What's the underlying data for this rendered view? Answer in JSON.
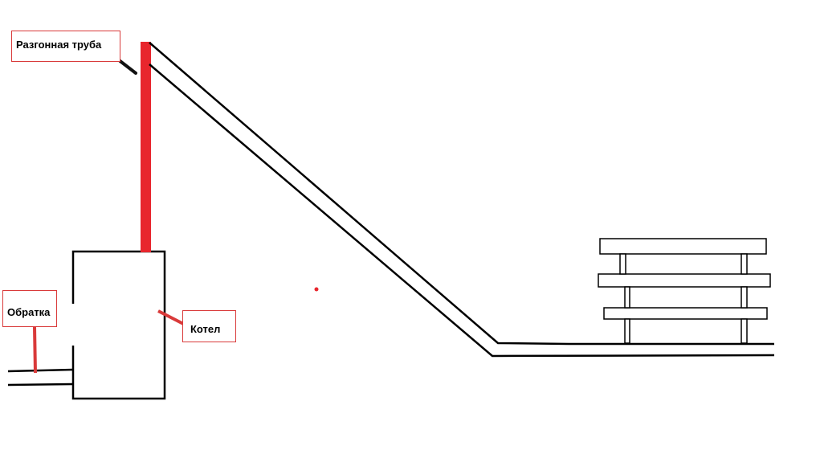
{
  "labels": {
    "accelerator_pipe": "Разгонная труба",
    "return_line": "Обратка",
    "boiler": "Котел"
  },
  "colors": {
    "line": "#000000",
    "accent": "#e8262d",
    "label_border": "#d93a3a",
    "background": "#ffffff"
  }
}
